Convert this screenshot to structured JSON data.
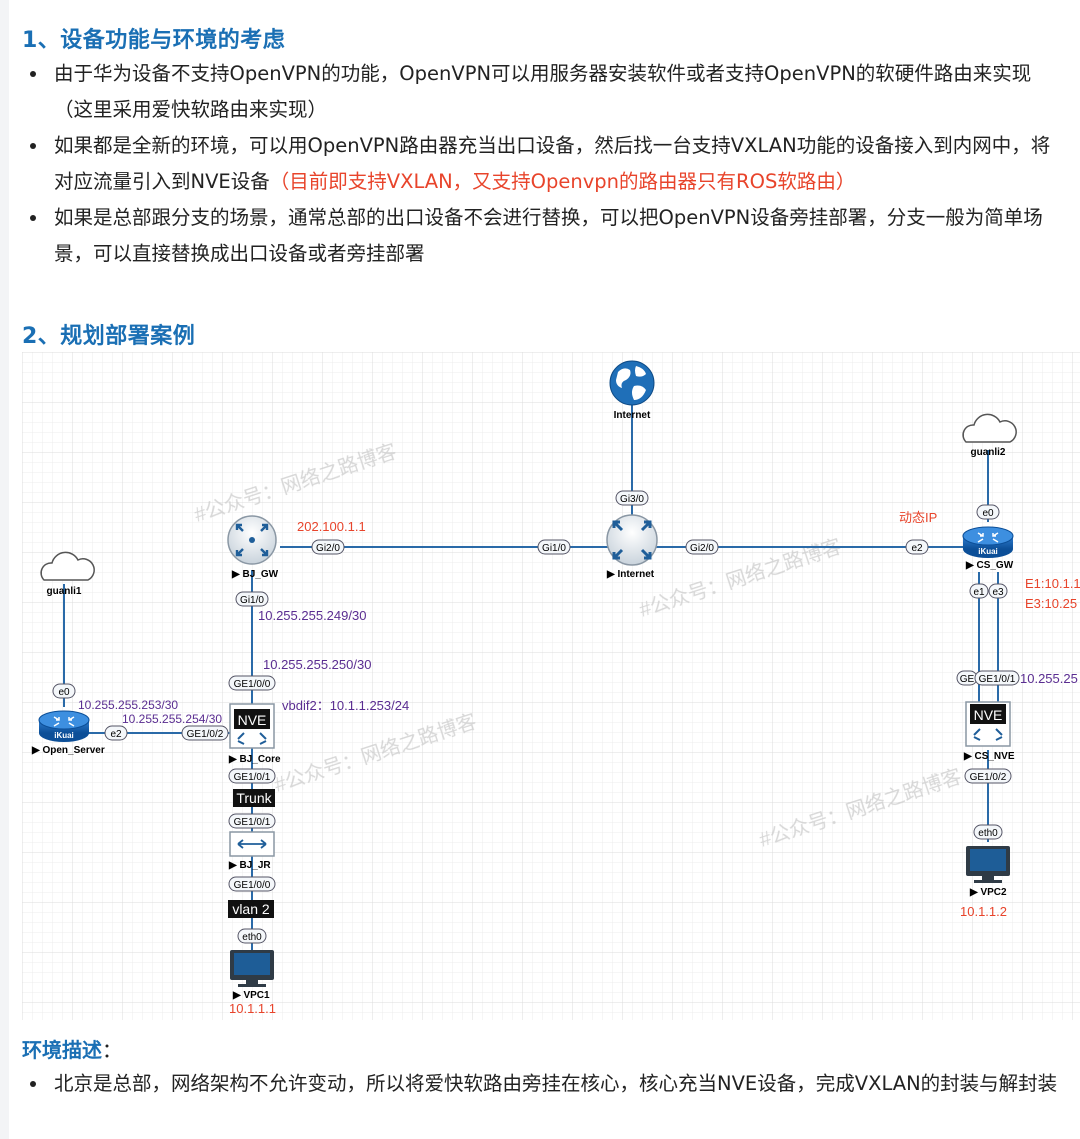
{
  "section1": {
    "heading": "1、设备功能与环境的考虑",
    "bullets": [
      {
        "text": "由于华为设备不支持OpenVPN的功能，OpenVPN可以用服务器安装软件或者支持OpenVPN的软硬件路由来实现（这里采用爱快软路由来实现）",
        "highlight": ""
      },
      {
        "text": "如果都是全新的环境，可以用OpenVPN路由器充当出口设备，然后找一台支持VXLAN功能的设备接入到内网中，将对应流量引入到NVE设备",
        "highlight": "（目前即支持VXLAN，又支持Openvpn的路由器只有ROS软路由）"
      },
      {
        "text": "如果是总部跟分支的场景，通常总部的出口设备不会进行替换，可以把OpenVPN设备旁挂部署，分支一般为简单场景，可以直接替换成出口设备或者旁挂部署",
        "highlight": ""
      }
    ]
  },
  "section2": {
    "heading": "2、规划部署案例"
  },
  "diagram": {
    "watermark": "#公众号：网络之路博客",
    "nodes": {
      "internet_cloud": "Internet",
      "internet_router": "Internet",
      "bj_gw": "BJ_GW",
      "guanli1": "guanli1",
      "open_server": "Open_Server",
      "bj_core": "BJ_Core",
      "bj_jr": "BJ_JR",
      "vpc1": "VPC1",
      "guanli2": "guanli2",
      "cs_gw": "CS_GW",
      "cs_nve": "CS_NVE",
      "vpc2": "VPC2",
      "ikuai_badge": "iKuai",
      "nve_badge": "NVE"
    },
    "ports": {
      "inet_gi30": "Gi3/0",
      "inet_gi10": "Gi1/0",
      "inet_gi20": "Gi2/0",
      "bjgw_gi20": "Gi2/0",
      "bjgw_gi10": "Gi1/0",
      "core_ge100": "GE1/0/0",
      "core_ge102": "GE1/0/2",
      "core_ge101": "GE1/0/1",
      "jr_ge101": "GE1/0/1",
      "jr_ge100": "GE1/0/0",
      "vpc1_eth0": "eth0",
      "os_e0": "e0",
      "os_e2": "e2",
      "csgw_e0": "e0",
      "csgw_e2": "e2",
      "csgw_e1": "e1",
      "csgw_e3": "e3",
      "csnve_ge_a": "GE",
      "csnve_ge101": "GE1/0/1",
      "csnve_ge102": "GE1/0/2",
      "vpc2_eth0": "eth0"
    },
    "labels": {
      "public_ip": "202.100.1.1",
      "dynamic_ip": "动态IP",
      "bjgw_ip": "10.255.255.249/30",
      "core_ip": "10.255.255.250/30",
      "vbdif": "vbdif2：10.1.1.253/24",
      "os_ip1": "10.255.255.253/30",
      "os_ip2": "10.255.255.254/30",
      "trunk": "Trunk",
      "vlan": "vlan 2",
      "vpc1_ip": "10.1.1.1",
      "vpc2_ip": "10.1.1.2",
      "cs_e1": "E1:10.1.1",
      "cs_e3": "E3:10.25",
      "cs_ge_ip": "10.255.25"
    },
    "colors": {
      "link": "#2a6aa8",
      "ip_purple": "#5a2d91",
      "red": "#e8442b",
      "grid": "#e4e4e4"
    }
  },
  "env": {
    "heading": "环境描述",
    "colon": "：",
    "bullets": [
      "北京是总部，网络架构不允许变动，所以将爱快软路由旁挂在核心，核心充当NVE设备，完成VXLAN的封装与解封装"
    ]
  }
}
